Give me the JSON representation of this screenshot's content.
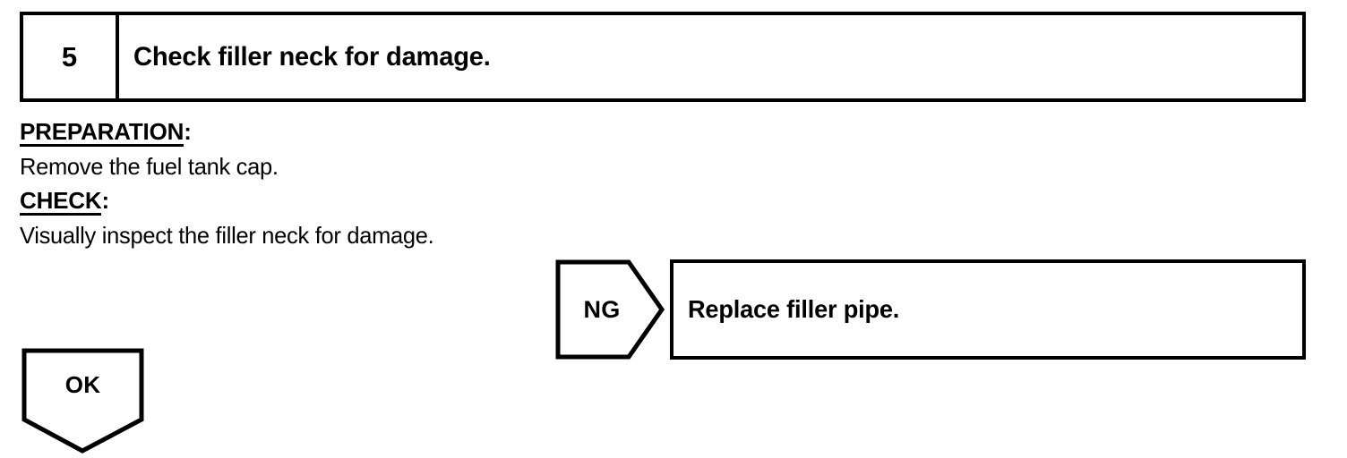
{
  "page": {
    "background": "#ffffff",
    "ink": "#000000"
  },
  "step_header": {
    "number": "5",
    "title": "Check filler neck for damage."
  },
  "body": {
    "preparation_label": "PREPARATION",
    "preparation_colon": ":",
    "preparation_text": "Remove the fuel tank cap.",
    "check_label": "CHECK",
    "check_colon": ":",
    "check_text": "Visually inspect the filler neck for damage."
  },
  "branches": {
    "ng": {
      "label": "NG",
      "action": "Replace filler pipe."
    },
    "ok": {
      "label": "OK"
    }
  }
}
